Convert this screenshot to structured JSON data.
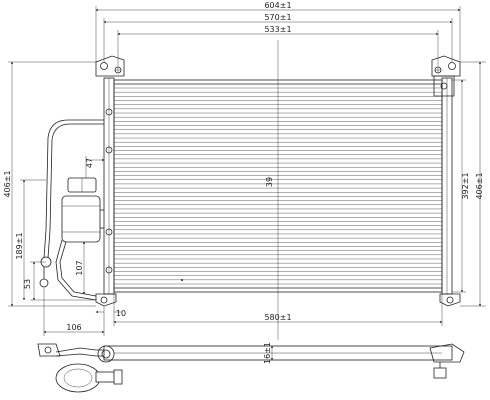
{
  "dimensions": {
    "overall_width": "604±1",
    "bracket_span": "570±1",
    "core_span": "533±1",
    "core_width": "580±1",
    "overall_height_left": "406±1",
    "overall_height_right": "406±1",
    "core_height": "392±1",
    "fin_count": "39",
    "pipe_height": "189±1",
    "port_height": "53",
    "pipe_offset_47": "47",
    "pipe_offset_10": "10",
    "pipe_offset_106": "106",
    "pipe_offset_107": "107",
    "side_thickness": "16±1"
  }
}
